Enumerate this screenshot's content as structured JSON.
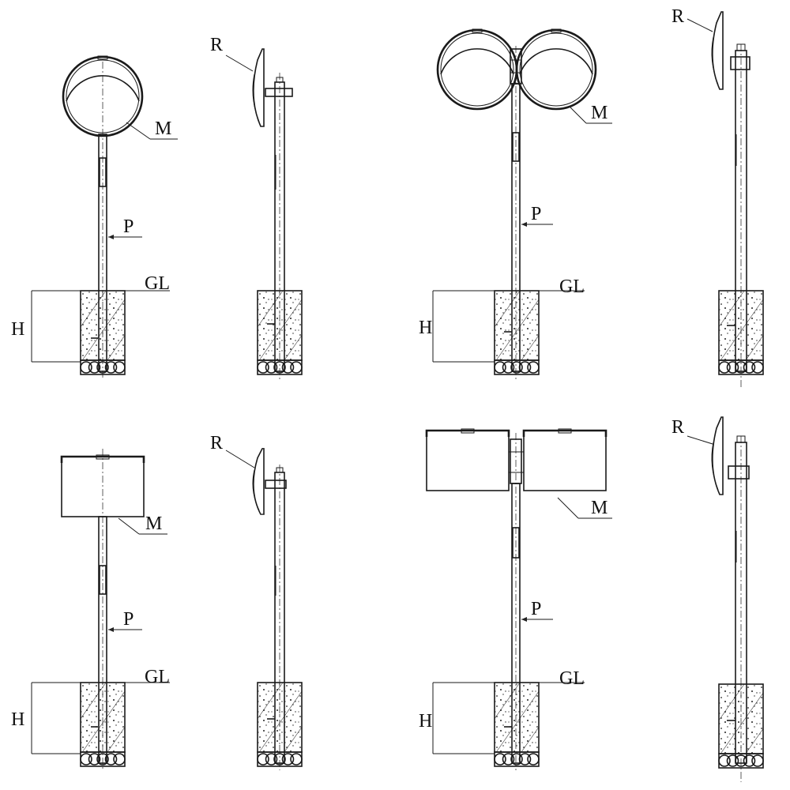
{
  "labels": {
    "mirror": "M",
    "reflector": "R",
    "pole": "P",
    "ground_level": "GL",
    "embed_depth": "H"
  },
  "panels": [
    {
      "id": "single-round",
      "mirrors": 1,
      "mirror_shape": "round"
    },
    {
      "id": "double-round",
      "mirrors": 2,
      "mirror_shape": "round"
    },
    {
      "id": "single-rect",
      "mirrors": 1,
      "mirror_shape": "rect"
    },
    {
      "id": "double-rect",
      "mirrors": 2,
      "mirror_shape": "rect"
    }
  ],
  "colors": {
    "line": "#1a1a1a",
    "background": "#ffffff"
  }
}
